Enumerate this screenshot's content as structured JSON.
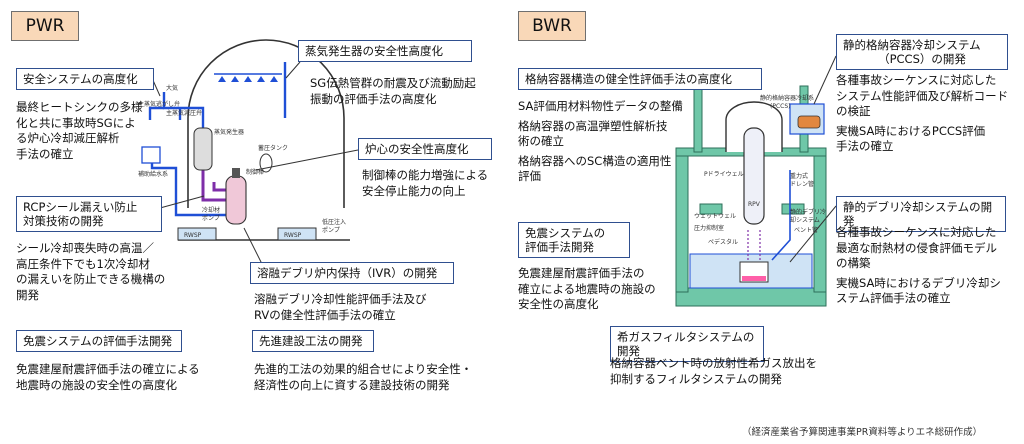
{
  "pwr": {
    "tag": "PWR",
    "safety_system": {
      "title": "安全システムの高度化",
      "desc": [
        "最終ヒートシンクの多様",
        "化と共に事故時SGによ",
        "る炉心冷却減圧解析",
        "手法の確立"
      ]
    },
    "steam_generator": {
      "title": "蒸気発生器の安全性高度化",
      "desc": [
        "SG伝熱管群の耐震及び流動励起",
        "振動の評価手法の高度化"
      ]
    },
    "core_safety": {
      "title": "炉心の安全性高度化",
      "desc": [
        "制御棒の能力増強による",
        "安全停止能力の向上"
      ]
    },
    "rcp_seal": {
      "title": [
        "RCPシール漏えい防止",
        "対策技術の開発"
      ],
      "desc": [
        "シール冷却喪失時の高温／",
        "高圧条件下でも1次冷却材",
        "の漏えいを防止できる機構の",
        "開発"
      ]
    },
    "ivr": {
      "title": "溶融デブリ炉内保持（IVR）の開発",
      "desc": [
        "溶融デブリ冷却性能評価手法及び",
        "RVの健全性評価手法の確立"
      ]
    },
    "seismic": {
      "title": "免震システムの評価手法開発",
      "desc": [
        "免震建屋耐震評価手法の確立による",
        "地震時の施設の安全性の高度化"
      ]
    },
    "advanced_construction": {
      "title": "先進建設工法の開発",
      "desc": [
        "先進的工法の効果的組合せにより安全性・",
        "経済性の向上に資する建設技術の開発"
      ]
    },
    "diagram_labels": {
      "atmosphere": "大気",
      "main_steam_relief": "主蒸気逃がし弁",
      "main_steam_relief_2": "主蒸気減圧弁",
      "sg": "蒸気発生器",
      "aux_feed": "補助給水系",
      "accumulator": "蓄圧タンク",
      "control_rod": "制御棒",
      "coolant_pump_1": "冷却材",
      "coolant_pump_2": "ポンプ",
      "low_pressure": "低圧注入",
      "low_pressure_2": "ポンプ",
      "rwsp_left": "RWSP",
      "rwsp_right": "RWSP"
    }
  },
  "bwr": {
    "tag": "BWR",
    "containment_structure": {
      "title": "格納容器構造の健全性評価手法の高度化",
      "desc": [
        "SA評価用材料物性データの整備",
        "",
        "格納容器の高温弾塑性解析技",
        "術の確立",
        "",
        "格納容器へのSC構造の適用性",
        "評価"
      ]
    },
    "pccs": {
      "title": [
        "静的格納容器冷却システム",
        "（PCCS）の開発"
      ],
      "desc": [
        "各種事故シーケンスに対応した",
        "システム性能評価及び解析コード",
        "の検証",
        "",
        "実機SA時におけるPCCS評価",
        "手法の確立"
      ]
    },
    "seismic": {
      "title": [
        "免震システムの",
        "評価手法開発"
      ],
      "desc": [
        "免震建屋耐震評価手法の",
        "確立による地震時の施設の",
        "安全性の高度化"
      ]
    },
    "debris_cooling": {
      "title": "静的デブリ冷却システムの開発",
      "desc": [
        "各種事故シーケンスに対応した",
        "最適な耐熱材の侵食評価モデル",
        "の構築",
        "",
        "実機SA時におけるデブリ冷却シ",
        "ステム評価手法の確立"
      ]
    },
    "noble_gas_filter": {
      "title": "希ガスフィルタシステムの開発",
      "desc": [
        "格納容器ベント時の放射性希ガス放出を",
        "抑制するフィルタシステムの開発"
      ]
    },
    "diagram_labels": {
      "pccs_label_1": "静的格納容器冷却系",
      "pccs_label_2": "(PCCS)",
      "drywell": "Pドライウェル",
      "rpv": "RPV",
      "wetwell": "ウェットウェル",
      "pedestal": "ペデスタル",
      "gravity_drain_1": "重力式",
      "gravity_drain_2": "ドレン管",
      "suppression_chamber": "圧力抑制室",
      "debris_tray_1": "静的デブリ冷",
      "debris_tray_2": "却システム",
      "vent_pipe": "ベント管"
    }
  },
  "source": "（経済産業省予算関連事業PR資料等よりエネ総研作成）",
  "colors": {
    "tag_bg": "#f9d8b8",
    "box_border": "#2f4f8f",
    "pipe_blue": "#1f4fd6",
    "primary_purple": "#7e2ea8",
    "bwr_green": "#6fc7a8",
    "bwr_water": "#cfe3f5",
    "debris_pink": "#ff5fa8"
  }
}
